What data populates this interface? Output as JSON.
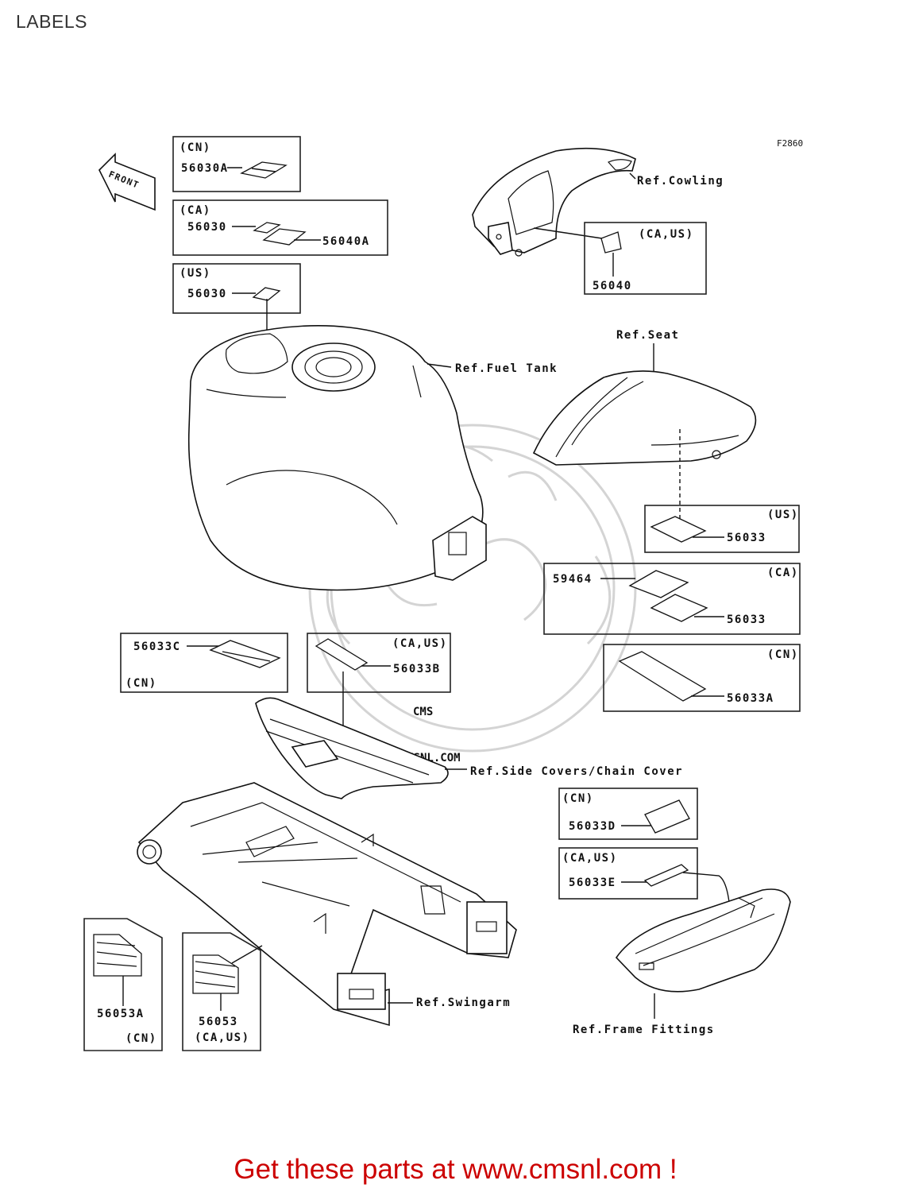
{
  "title": "LABELS",
  "figure_code": "F2860",
  "front_marker": "FRONT",
  "footer": "Get these parts at www.cmsnl.com !",
  "watermark": {
    "logo_text": "CMS",
    "url_text": "WWW.CMSNL.COM"
  },
  "labels": {
    "cn_box_code": "(CN)",
    "p56030A": "56030A",
    "ca_box_code": "(CA)",
    "p56030_ca": "56030",
    "p56040A": "56040A",
    "us_box_code": "(US)",
    "p56030_us": "56030",
    "ref_cowling": "Ref.Cowling",
    "cowling_box_code": "(CA,US)",
    "p56040": "56040",
    "ref_fuel_tank": "Ref.Fuel Tank",
    "ref_seat": "Ref.Seat",
    "seat_us_code": "(US)",
    "p56033_us": "56033",
    "seat_ca_code": "(CA)",
    "p59464": "59464",
    "p56033_ca": "56033",
    "seat_cn_code": "(CN)",
    "p56033A": "56033A",
    "p56033C": "56033C",
    "cover_cn_code": "(CN)",
    "cover_caus_code": "(CA,US)",
    "p56033B": "56033B",
    "ref_side_covers": "Ref.Side Covers/Chain Cover",
    "frame_cn_code": "(CN)",
    "p56033D": "56033D",
    "frame_caus_code": "(CA,US)",
    "p56033E": "56033E",
    "ref_frame_fittings": "Ref.Frame Fittings",
    "ref_swingarm": "Ref.Swingarm",
    "p56053A": "56053A",
    "swing_cn_code": "(CN)",
    "p56053": "56053",
    "swing_caus_code": "(CA,US)"
  }
}
